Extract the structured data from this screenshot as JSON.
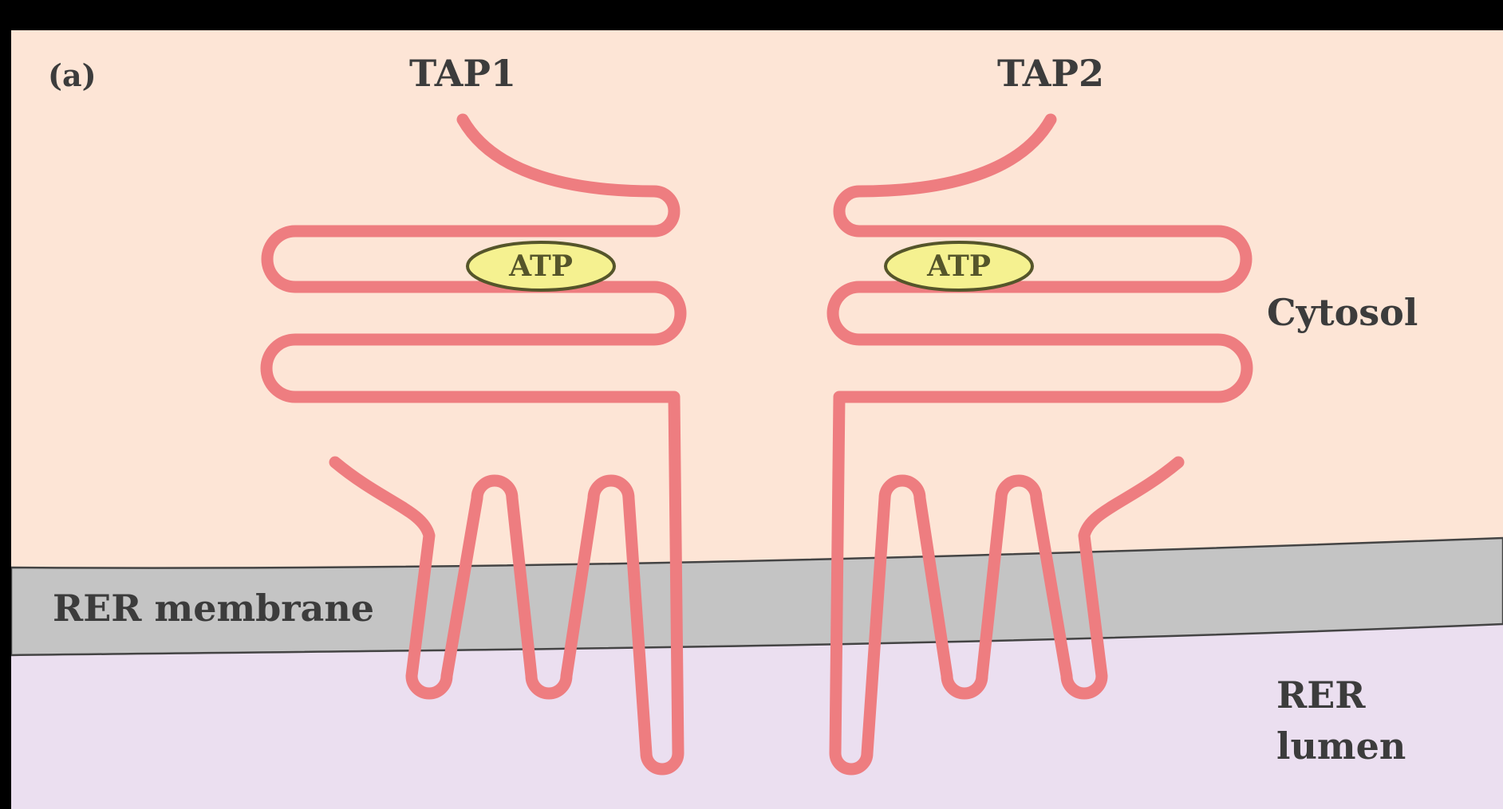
{
  "panel_label": "(a)",
  "proteins": [
    {
      "name": "TAP1",
      "atp_label": "ATP"
    },
    {
      "name": "TAP2",
      "atp_label": "ATP"
    }
  ],
  "regions": {
    "cytosol": "Cytosol",
    "membrane": "RER membrane",
    "lumen_line1": "RER",
    "lumen_line2": "lumen"
  },
  "colors": {
    "background": "#000000",
    "cytosol": "#fde5d6",
    "membrane": "#c4c4c4",
    "lumen": "#ebdff0",
    "protein_chain": "#ee7d80",
    "atp_fill": "#f5f190",
    "atp_outline": "#55552a",
    "text": "#3c3c3c"
  }
}
